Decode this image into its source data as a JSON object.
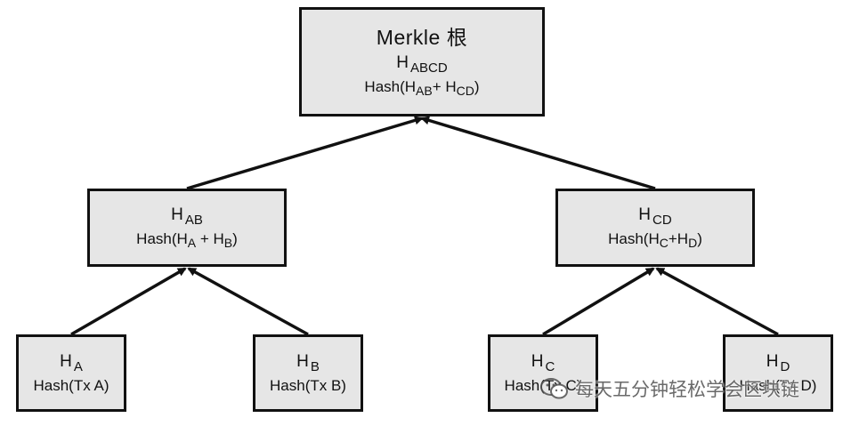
{
  "root": {
    "title": "Merkle 根",
    "hash_label": "H",
    "hash_sub": "ABCD",
    "formula": {
      "prefix": "Hash(H",
      "sub1": "AB",
      "mid": "+ H",
      "sub2": "CD",
      "suffix": ")"
    }
  },
  "ab": {
    "hash_label": "H",
    "hash_sub": "AB",
    "formula": {
      "prefix": "Hash(H",
      "sub1": "A",
      "mid": " + H",
      "sub2": "B",
      "suffix": ")"
    }
  },
  "cd": {
    "hash_label": "H",
    "hash_sub": "CD",
    "formula": {
      "prefix": "Hash(H",
      "sub1": "C",
      "mid": "+H",
      "sub2": "D",
      "suffix": ")"
    }
  },
  "leaves": [
    {
      "hash_label": "H",
      "hash_sub": "A",
      "formula": "Hash(Tx A)"
    },
    {
      "hash_label": "H",
      "hash_sub": "B",
      "formula": "Hash(Tx B)"
    },
    {
      "hash_label": "H",
      "hash_sub": "C",
      "formula": "Hash(Tx C)"
    },
    {
      "hash_label": "H",
      "hash_sub": "D",
      "formula": "Hash(Tx D)"
    }
  ],
  "watermark": {
    "text": "每天五分钟轻松学会区块链",
    "icon": "wechat-icon"
  },
  "colors": {
    "node_fill": "#e6e6e6",
    "border": "#111111",
    "arrow": "#111111"
  }
}
